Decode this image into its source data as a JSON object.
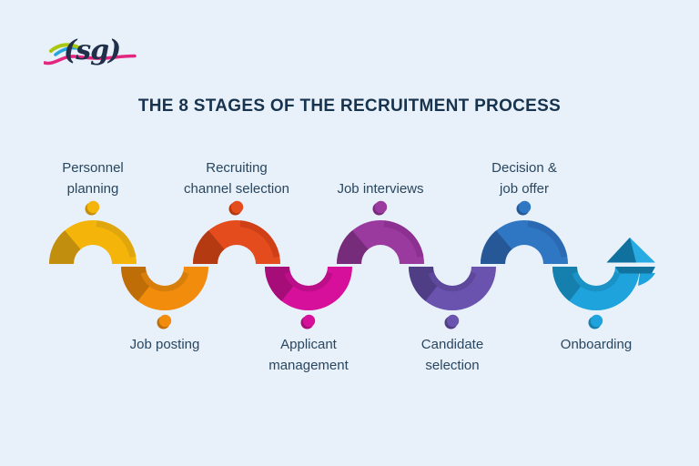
{
  "header": {
    "title": "THE 8 STAGES OF THE RECRUITMENT PROCESS"
  },
  "logo": {
    "text": "(sg)"
  },
  "colors": {
    "background": "#E8F1FA",
    "title_text": "#17334E",
    "label_text": "#29465F",
    "logo_text": "#20304A",
    "logo_swoosh_magenta": "#E3267F",
    "logo_swoosh_lime": "#A9C70F",
    "logo_swoosh_cyan": "#25A5DC"
  },
  "stages": [
    {
      "label": "Personnel planning",
      "lines": [
        "Personnel",
        "planning"
      ],
      "position": "top",
      "color": "#F5B40A",
      "shade": "#C28E0E",
      "rim": "#DFA60D"
    },
    {
      "label": "Job posting",
      "lines": [
        "Job posting"
      ],
      "position": "bottom",
      "color": "#F28C0D",
      "shade": "#BE6D07",
      "rim": "#D87E0B"
    },
    {
      "label": "Recruiting channel selection",
      "lines": [
        "Recruiting",
        "channel selection"
      ],
      "position": "top",
      "color": "#E44B1D",
      "shade": "#B43A12",
      "rim": "#CF4018"
    },
    {
      "label": "Applicant management",
      "lines": [
        "Applicant",
        "management"
      ],
      "position": "bottom",
      "color": "#D6109B",
      "shade": "#A60D78",
      "rim": "#BC0E88"
    },
    {
      "label": "Job interviews",
      "lines": [
        "Job interviews"
      ],
      "position": "top",
      "color": "#9A3A9F",
      "shade": "#772C7B",
      "rim": "#8C3191"
    },
    {
      "label": "Candidate selection",
      "lines": [
        "Candidate",
        "selection"
      ],
      "position": "bottom",
      "color": "#6A53AE",
      "shade": "#4F3D85",
      "rim": "#5D489B"
    },
    {
      "label": "Decision & job offer",
      "lines": [
        "Decision &",
        "job offer"
      ],
      "position": "top",
      "color": "#2F77C3",
      "shade": "#265897",
      "rim": "#2B6AB2"
    },
    {
      "label": "Onboarding",
      "lines": [
        "Onboarding"
      ],
      "position": "bottom",
      "color": "#1EA3DC",
      "shade": "#157FAD",
      "rim": "#1B92C6"
    }
  ],
  "arrow": {
    "light": "#27ABE2",
    "dark": "#10719F",
    "band": "#12749E"
  }
}
